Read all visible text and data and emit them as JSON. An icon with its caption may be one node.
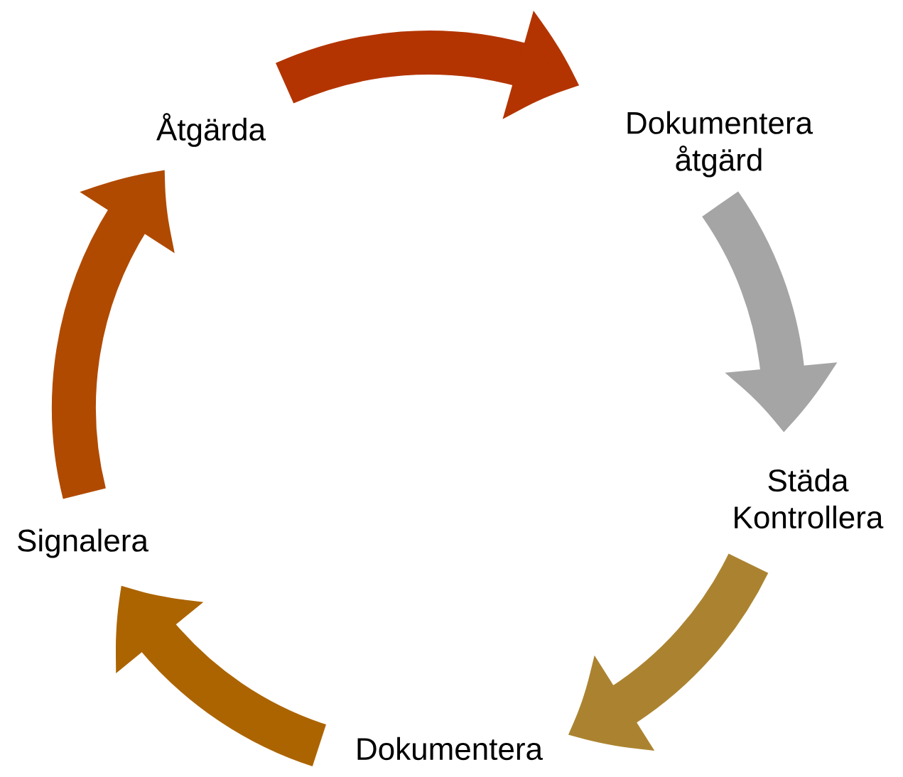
{
  "diagram": {
    "nodes": [
      {
        "text": [
          "Åtgärda"
        ]
      },
      {
        "text": [
          "Dokumentera åtgärd"
        ]
      },
      {
        "text": [
          "Städa Kontrollera"
        ]
      },
      {
        "text": [
          "Dokumentera"
        ]
      },
      {
        "text": [
          "Signalera"
        ]
      }
    ],
    "edges": [
      {
        "from": 0,
        "to": 1,
        "arrow": "to",
        "color": "#b33400"
      },
      {
        "from": 1,
        "to": 2,
        "arrow": "to",
        "color": "#a5a5a5"
      },
      {
        "from": 2,
        "to": 3,
        "arrow": "to",
        "color": "#ab8330"
      },
      {
        "from": 3,
        "to": 4,
        "arrow": "to",
        "color": "#ac6400"
      },
      {
        "from": 4,
        "to": 0,
        "arrow": "to",
        "color": "#b04a00"
      }
    ]
  }
}
